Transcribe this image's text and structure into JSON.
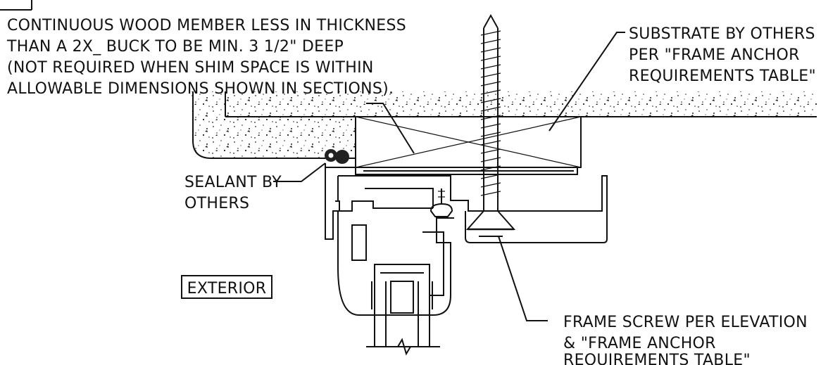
{
  "notes": {
    "wood_member": [
      "CONTINUOUS WOOD MEMBER LESS IN THICKNESS",
      "THAN A 2X_ BUCK TO BE MIN. 3 1/2\" DEEP",
      "(NOT REQUIRED WHEN SHIM SPACE IS WITHIN",
      "ALLOWABLE DIMENSIONS SHOWN IN SECTIONS)."
    ],
    "substrate": [
      "SUBSTRATE BY OTHERS",
      "PER \"FRAME ANCHOR",
      "REQUIREMENTS TABLE\""
    ],
    "sealant": [
      "SEALANT BY",
      "OTHERS"
    ],
    "exterior": "EXTERIOR",
    "frame_screw": [
      "FRAME SCREW PER ELEVATION",
      "& \"FRAME ANCHOR",
      "REQUIREMENTS TABLE\""
    ]
  }
}
